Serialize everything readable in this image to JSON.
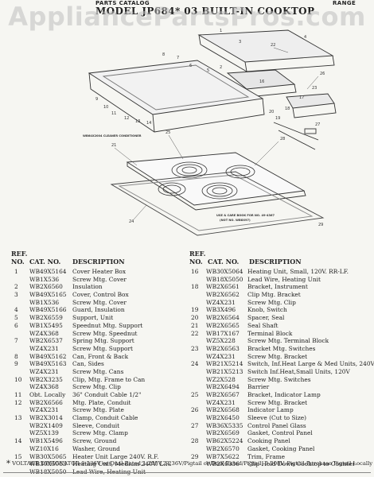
{
  "watermark": "AppliancePartsPros.com",
  "header": {
    "left": "PARTS CATALOG",
    "right": "RANGE",
    "title": "MODEL JP684* 03 BUILT-IN COOKTOP"
  },
  "diagram": {
    "callouts": [
      "21",
      "25",
      "28",
      "24",
      "22",
      "26",
      "29",
      "27",
      "9",
      "10",
      "11",
      "12",
      "13",
      "14",
      "16",
      "17",
      "18",
      "19",
      "20",
      "23",
      "4",
      "3",
      "1",
      "2",
      "5",
      "6",
      "7",
      "8"
    ],
    "note_left": "WB64X2004 CLEANER CONDITIONER",
    "note_right_1": "USE & CARE BOOK FOR NO. 49-4367",
    "note_right_2": "(NOT NO. WB8X97)"
  },
  "columns": {
    "ref": "REF.",
    "no": "NO.",
    "cat": "CAT. NO.",
    "desc": "DESCRIPTION"
  },
  "left_parts": [
    {
      "ref": "1",
      "cat": "WB49X5164",
      "desc": "Cover Heater Box"
    },
    {
      "ref": "",
      "cat": "WB1X536",
      "desc": "Screw Mtg. Cover"
    },
    {
      "ref": "2",
      "cat": "WB2X6560",
      "desc": "Insulation"
    },
    {
      "ref": "3",
      "cat": "WB49X5165",
      "desc": "Cover, Control Box"
    },
    {
      "ref": "",
      "cat": "WB1X536",
      "desc": "Screw Mtg. Cover"
    },
    {
      "ref": "4",
      "cat": "WB49X5166",
      "desc": "Guard, Insulation"
    },
    {
      "ref": "5",
      "cat": "WB2X6559",
      "desc": "Support, Unit"
    },
    {
      "ref": "6",
      "cat": "WB1X5495",
      "desc": "Speednut Mtg. Support"
    },
    {
      "ref": "",
      "cat": "WZ4X368",
      "desc": "Screw Mtg. Speednut"
    },
    {
      "ref": "7",
      "cat": "WB2X6537",
      "desc": "Spring Mtg. Support"
    },
    {
      "ref": "",
      "cat": "WZ4X231",
      "desc": "Screw Mtg. Support"
    },
    {
      "ref": "8",
      "cat": "WB49X5162",
      "desc": "Can, Front & Back"
    },
    {
      "ref": "9",
      "cat": "WB49X5163",
      "desc": "Can, Sides"
    },
    {
      "ref": "",
      "cat": "WZ4X231",
      "desc": "Screw Mtg. Cans"
    },
    {
      "ref": "10",
      "cat": "WB2X3235",
      "desc": "Clip, Mtg. Frame to Can"
    },
    {
      "ref": "",
      "cat": "WZ4X368",
      "desc": "Screw Mtg. Clip"
    },
    {
      "ref": "11",
      "cat": "Obt. Locally",
      "desc": "36\" Conduit Cable 1/2\""
    },
    {
      "ref": "12",
      "cat": "WB2X6566",
      "desc": "Mtg. Plate, Conduit"
    },
    {
      "ref": "",
      "cat": "WZ4X231",
      "desc": "Screw Mtg. Plate"
    },
    {
      "ref": "13",
      "cat": "WB2X3014",
      "desc": "Clamp, Conduit Cable"
    },
    {
      "ref": "",
      "cat": "WB2X1409",
      "desc": "Sleeve, Conduit"
    },
    {
      "ref": "",
      "cat": "WZ5X139",
      "desc": "Screw Mtg. Clamp"
    },
    {
      "ref": "14",
      "cat": "WB1X5496",
      "desc": "Screw, Ground"
    },
    {
      "ref": "",
      "cat": "WZ10X16",
      "desc": "Washer, Ground"
    },
    {
      "ref": "15",
      "cat": "WB30X5065",
      "desc": "Heater Unit Large 240V. R.F."
    },
    {
      "ref": "",
      "cat": "WB30X5063",
      "desc": "Heating Unit, Medium 240V. L.R."
    },
    {
      "ref": "",
      "cat": "WB18X5050",
      "desc": "Lead Wire, Heating Unit"
    }
  ],
  "right_parts": [
    {
      "ref": "16",
      "cat": "WB30X5064",
      "desc": "Heating Unit, Small, 120V. RR-LF."
    },
    {
      "ref": "",
      "cat": "WB18X5050",
      "desc": "Lead Wire, Heating Unit"
    },
    {
      "ref": "18",
      "cat": "WB2X6561",
      "desc": "Bracket, Instrument"
    },
    {
      "ref": "",
      "cat": "WB2X6562",
      "desc": "Clip Mtg. Bracket"
    },
    {
      "ref": "",
      "cat": "WZ4X231",
      "desc": "Screw Mtg. Clip"
    },
    {
      "ref": "19",
      "cat": "WB3X496",
      "desc": "Knob, Switch"
    },
    {
      "ref": "20",
      "cat": "WB2X6564",
      "desc": "Spacer, Seal"
    },
    {
      "ref": "21",
      "cat": "WB2X6565",
      "desc": "Seal Shaft"
    },
    {
      "ref": "22",
      "cat": "WB17X167",
      "desc": "Terminal Block"
    },
    {
      "ref": "",
      "cat": "WZ5X228",
      "desc": "Screw Mtg. Terminal Block"
    },
    {
      "ref": "23",
      "cat": "WB2X6563",
      "desc": "Bracket Mtg. Switches"
    },
    {
      "ref": "",
      "cat": "WZ4X231",
      "desc": "Screw Mtg. Bracket"
    },
    {
      "ref": "24",
      "cat": "WB21X5214",
      "desc": "Switch, Inf.Heat Large & Med Units, 240V"
    },
    {
      "ref": "",
      "cat": "WB21X5213",
      "desc": "Switch Inf.Heat,Small Units, 120V"
    },
    {
      "ref": "",
      "cat": "WZ2X528",
      "desc": "Screw Mtg. Switches"
    },
    {
      "ref": "",
      "cat": "WB2X6494",
      "desc": "Barrier"
    },
    {
      "ref": "25",
      "cat": "WB2X6567",
      "desc": "Bracket, Indicator Lamp"
    },
    {
      "ref": "",
      "cat": "WZ4X231",
      "desc": "Screw Mtg. Bracket"
    },
    {
      "ref": "26",
      "cat": "WB2X6568",
      "desc": "Indicator Lamp"
    },
    {
      "ref": "",
      "cat": "WB2X6450",
      "desc": "Sleeve (Cut to Size)"
    },
    {
      "ref": "27",
      "cat": "WB36X5335",
      "desc": "Control Panel Glass"
    },
    {
      "ref": "",
      "cat": "WB2X6569",
      "desc": "Gasket, Control Panel"
    },
    {
      "ref": "28",
      "cat": "WB62X5224",
      "desc": "Cooking Panel"
    },
    {
      "ref": "",
      "cat": "WB2X6570",
      "desc": "Gasket, Cooking Panel"
    },
    {
      "ref": "29",
      "cat": "WB7X5622",
      "desc": "Trim, Frame"
    },
    {
      "ref": "",
      "cat": "WB2X6336",
      "desc": "Clip Hold Down Cooktop to Counter"
    }
  ],
  "footnote": {
    "star": "*",
    "text": "VOLTAGE DESIGNATOR 0-236V or Dual Rated,1-208V,2-236V/Pigtail or Dual Rated/Pigtail, 3-208V. Pigtail-Purchase Pigtail Locally"
  }
}
